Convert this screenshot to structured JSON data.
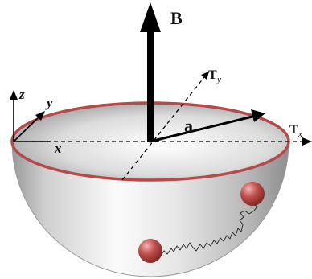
{
  "labels": {
    "field": "B",
    "vector_a": "a",
    "torque_y_main": "T",
    "torque_y_sub": "y",
    "torque_x_main": "T",
    "torque_x_sub": "x",
    "axis_z": "z",
    "axis_y": "y",
    "axis_x": "x"
  },
  "colors": {
    "rim": "#b44a4a",
    "particle": "#c0504d",
    "arrow": "#000000"
  }
}
